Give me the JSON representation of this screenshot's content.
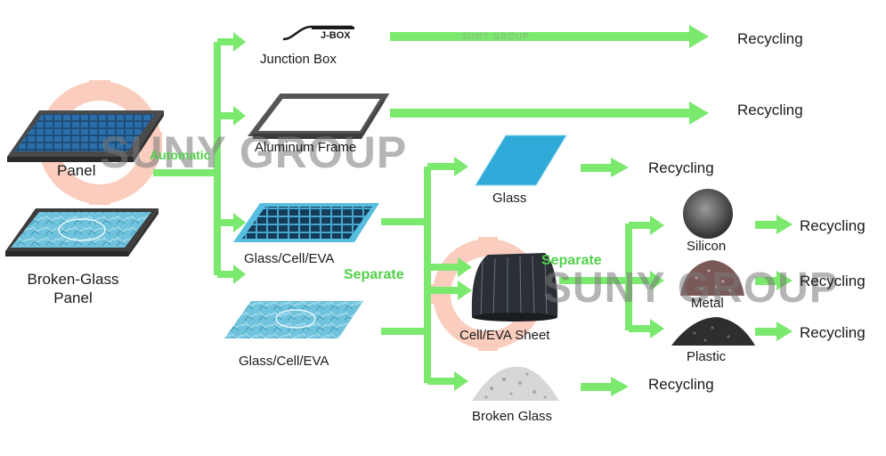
{
  "watermark": {
    "main": "SUNY GROUP",
    "small": "SUNY GROUP"
  },
  "labels": {
    "automatic": "Automatic",
    "separate_1": "Separate",
    "separate_2": "Separate"
  },
  "nodes": {
    "panel": "Panel",
    "broken_glass_panel_1": "Broken-Glass",
    "broken_glass_panel_2": "Panel",
    "junction_box": "Junction Box",
    "junction_box_tag": "J-BOX",
    "aluminum_frame": "Aluminum Frame",
    "glass_cell_eva_top": "Glass/Cell/EVA",
    "glass_cell_eva_bottom": "Glass/Cell/EVA",
    "glass": "Glass",
    "cell_eva_sheet": "Cell/EVA Sheet",
    "broken_glass": "Broken Glass",
    "silicon": "Silicon",
    "metal": "Metal",
    "plastic": "Plastic"
  },
  "outputs": {
    "junction_box": "Recycling",
    "aluminum_frame": "Recycling",
    "glass": "Recycling",
    "silicon": "Recycling",
    "metal": "Recycling",
    "plastic": "Recycling",
    "broken_glass": "Recycling"
  },
  "colors": {
    "arrow": "#7be86e",
    "label_green": "#52d14a",
    "panel_blue": "#3bb5d9",
    "frame_gray": "#555555",
    "gear": "#f7b8a4"
  }
}
